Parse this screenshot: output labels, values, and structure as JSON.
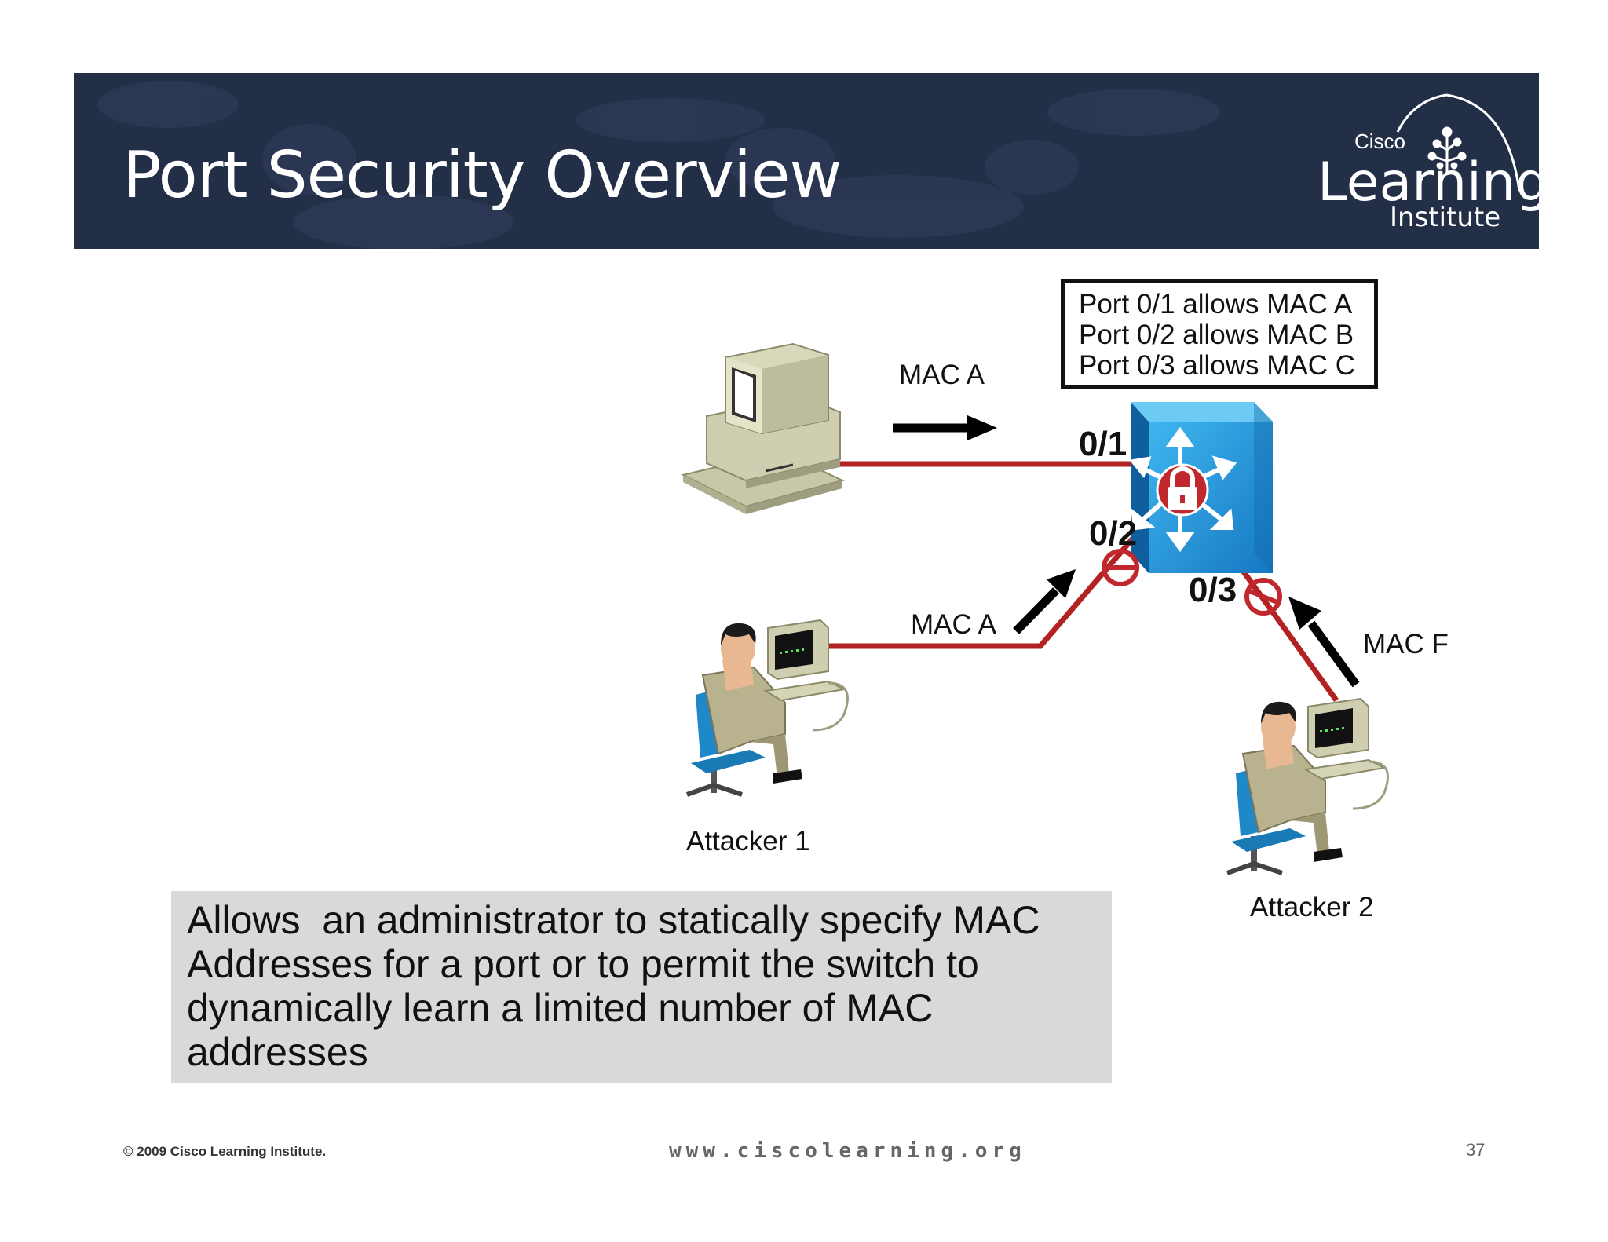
{
  "slide": {
    "title": "Port Security Overview",
    "logo": {
      "top": "Cisco",
      "main": "Learning",
      "bottom": "Institute"
    }
  },
  "diagram": {
    "acl_lines": [
      "Port 0/1 allows MAC A",
      "Port 0/2 allows MAC B",
      "Port 0/3 allows MAC C"
    ],
    "ports": {
      "p1": "0/1",
      "p2": "0/2",
      "p3": "0/3"
    },
    "flows": {
      "legit": "MAC A",
      "attacker1": "MAC A",
      "attacker2": "MAC F"
    },
    "hosts": {
      "attacker1": "Attacker 1",
      "attacker2": "Attacker 2"
    },
    "colors": {
      "link": "#b22222",
      "switch": "#2196d3",
      "block": "#c0282d"
    }
  },
  "description": "Allows  an administrator to statically specify MAC Addresses for a port or to permit the switch to dynamically learn a limited number of MAC addresses",
  "footer": {
    "copyright": "© 2009 Cisco Learning Institute.",
    "url": "www.ciscolearning.org",
    "page": "37"
  }
}
